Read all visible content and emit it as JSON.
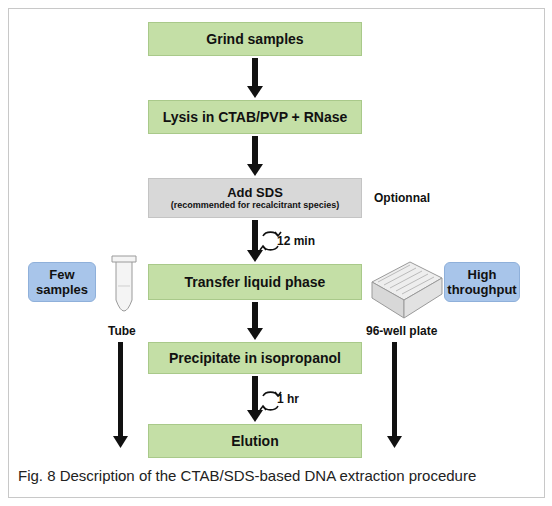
{
  "diagram": {
    "caption": "Fig. 8 Description of the CTAB/SDS-based DNA extraction procedure",
    "nodes": [
      {
        "text": [
          "Grind samples"
        ]
      },
      {
        "text": [
          "Lysis in CTAB/PVP + RNase"
        ]
      },
      {
        "text": [
          "Add SDS",
          "(recommended for recalcitrant species)"
        ]
      },
      {
        "text": [
          "Few samples"
        ]
      },
      {
        "text": [
          "Transfer liquid phase"
        ]
      },
      {
        "text": [
          "High throughput"
        ]
      },
      {
        "text": [
          "Precipitate in isopropanol"
        ]
      },
      {
        "text": [
          "Elution"
        ]
      }
    ],
    "edges": [
      {
        "from": 0,
        "to": 1,
        "arrow": "to"
      },
      {
        "from": 1,
        "to": 2,
        "arrow": "to"
      },
      {
        "from": 2,
        "to": 4,
        "label": "12 min",
        "arrow": "to"
      },
      {
        "from": 4,
        "to": 6,
        "arrow": "to"
      },
      {
        "from": 6,
        "to": 7,
        "label": "1 hr",
        "arrow": "to"
      }
    ],
    "labels": [
      "Optionnal",
      "Tube",
      "96-well plate"
    ]
  }
}
